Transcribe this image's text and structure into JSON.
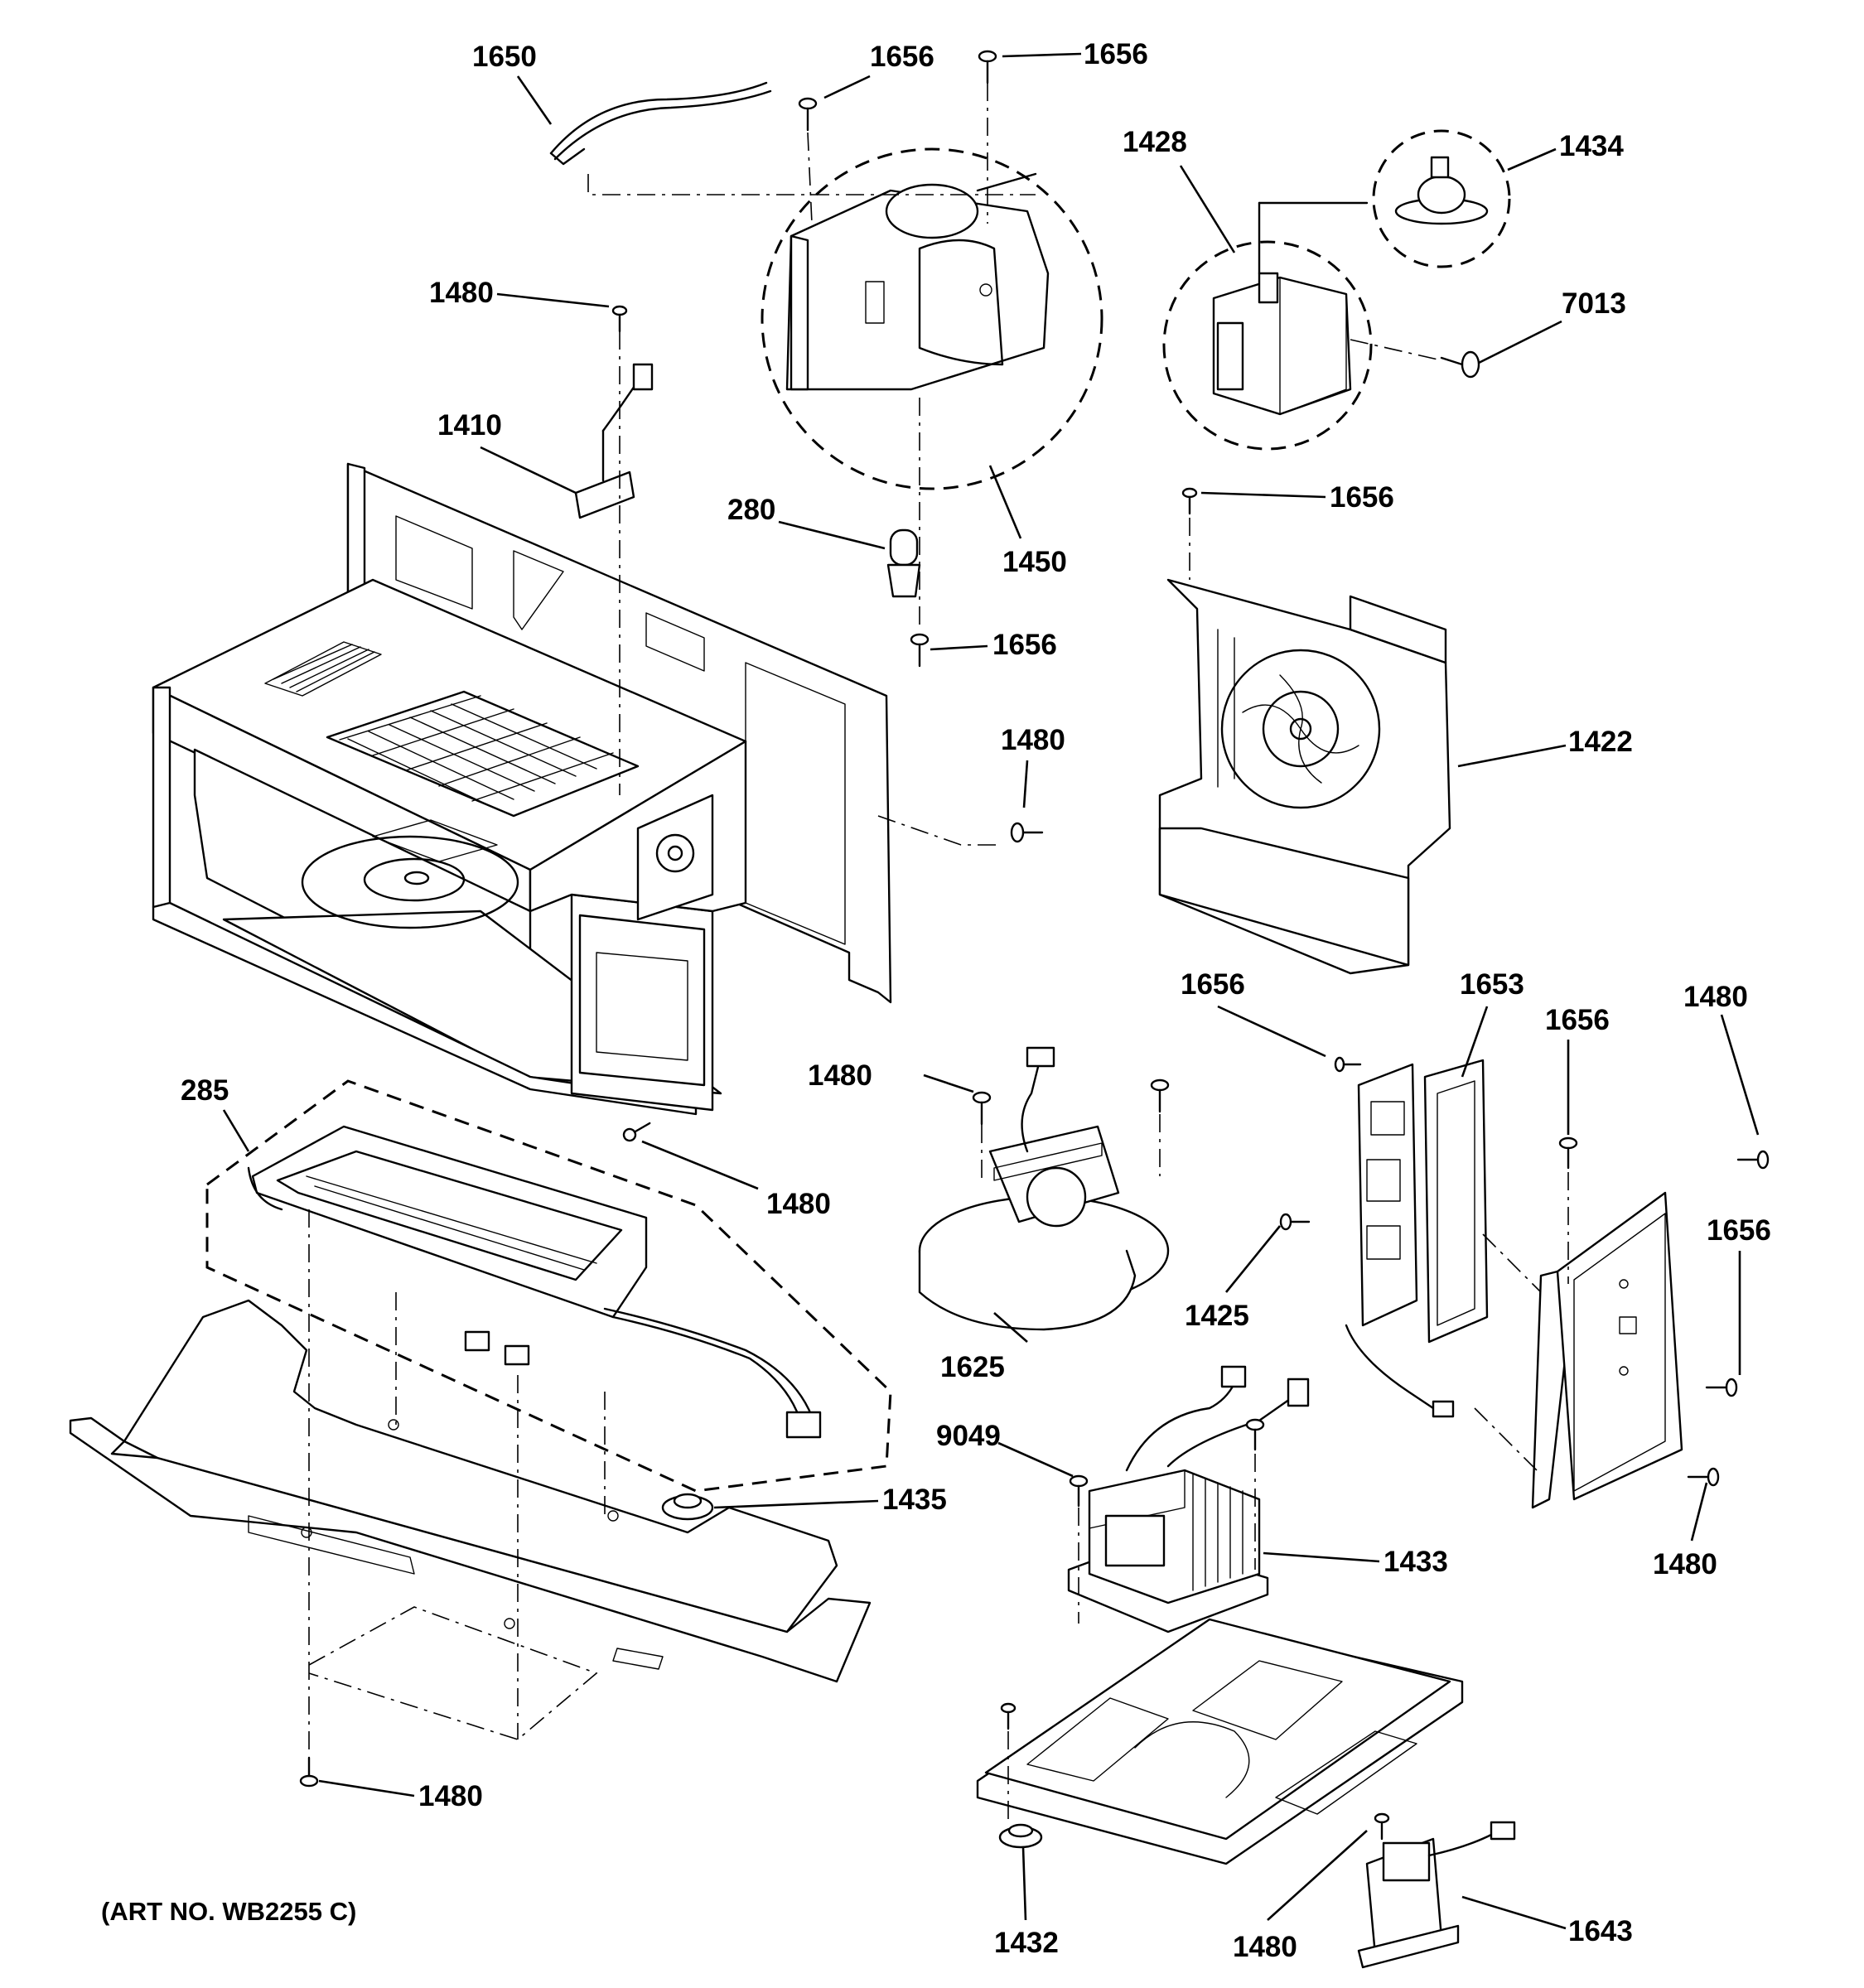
{
  "diagram": {
    "art_number": "(ART NO. WB2255 C)",
    "part_labels": {
      "p1650": "1650",
      "p1656_a": "1656",
      "p1656_b": "1656",
      "p1428": "1428",
      "p1434": "1434",
      "p1480_a": "1480",
      "p7013": "7013",
      "p1410": "1410",
      "p1656_c": "1656",
      "p280": "280",
      "p1450": "1450",
      "p1656_d": "1656",
      "p1480_b": "1480",
      "p1422": "1422",
      "p1656_e": "1656",
      "p1653": "1653",
      "p1480_c": "1480",
      "p1656_f": "1656",
      "p285": "285",
      "p1480_d": "1480",
      "p1480_e": "1480",
      "p1425": "1425",
      "p1656_g": "1656",
      "p1625": "1625",
      "p9049": "9049",
      "p1435": "1435",
      "p1433": "1433",
      "p1480_f": "1480",
      "p1480_g": "1480",
      "p1432": "1432",
      "p1480_h": "1480",
      "p1643": "1643"
    }
  }
}
